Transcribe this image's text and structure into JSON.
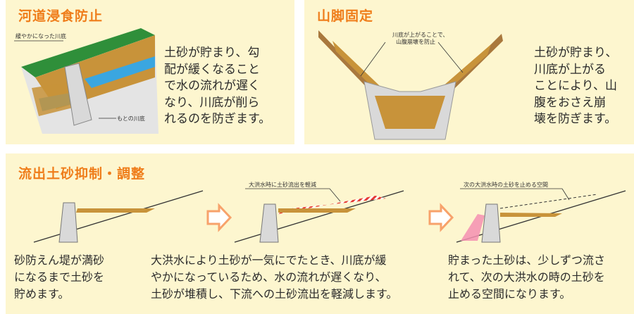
{
  "panel_river": {
    "title": "河道浸食防止",
    "label_gentle_bed": "緩やかになった川底",
    "label_original_bed": "もとの川底",
    "body": [
      "土砂が貯まり、勾",
      "配が緩くなること",
      "で水の流れが遅く",
      "なり、川底が削ら",
      "れるのを防ぎます。"
    ]
  },
  "panel_mountain": {
    "title": "山脚固定",
    "annotation": [
      "川底が上がることで、",
      "山腹崩壊を防止"
    ],
    "body": [
      "土砂が貯まり、",
      "川底が上がる",
      "ことにより、山",
      "腹をおさえ崩",
      "壊を防ぎます。"
    ]
  },
  "panel_outflow": {
    "title": "流出土砂抑制・調整",
    "label_reduce": "大洪水時に土砂流出を軽減",
    "label_space": "次の大洪水時の土砂を止める空間",
    "caption1": [
      "砂防えん堤が満砂",
      "になるまで土砂を",
      "貯めます。"
    ],
    "caption2": [
      "大洪水により土砂が一気にでたとき、川底が緩",
      "やかになっているため、水の流れが遅くなり、",
      "土砂が堆積し、下流への土砂流出を軽減します。"
    ],
    "caption3": [
      "貯まった土砂は、少しずつ流さ",
      "れて、次の大洪水の時の土砂を",
      "止める空間になります。"
    ]
  },
  "colors": {
    "panel_bg": "#fdf6cf",
    "title": "#ef7d1a",
    "sediment": "#c8933a",
    "concrete": "#d9d9d9",
    "water": "#3aa6e0",
    "grass": "#2f8f3a",
    "arrow": "#f7a26b",
    "hatch": "#e53935"
  }
}
